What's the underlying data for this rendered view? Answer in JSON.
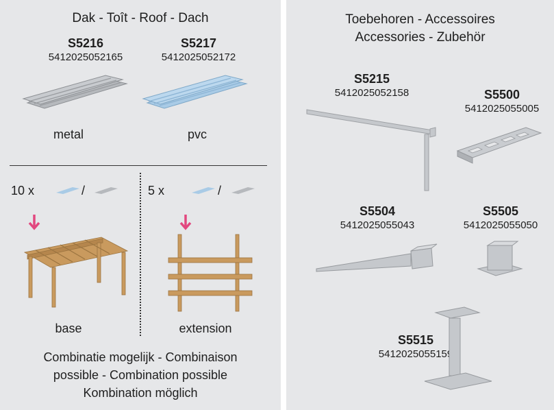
{
  "roof": {
    "title": "Dak - Toît - Roof - Dach",
    "items": [
      {
        "code": "S5216",
        "ean": "5412025052165",
        "label": "metal"
      },
      {
        "code": "S5217",
        "ean": "5412025052172",
        "label": "pvc"
      }
    ]
  },
  "kits": {
    "base": {
      "qty": "10 x",
      "slash": "/",
      "label": "base"
    },
    "extension": {
      "qty": "5 x",
      "slash": "/",
      "label": "extension"
    }
  },
  "combination": {
    "lines": [
      "Combinatie mogelijk - Combinaison",
      "possible - Combination possible",
      "Kombination möglich"
    ]
  },
  "accessories": {
    "title_line1": "Toebehoren - Accessoires",
    "title_line2": "Accessories - Zubehör",
    "items": [
      {
        "code": "S5215",
        "ean": "5412025052158"
      },
      {
        "code": "S5500",
        "ean": "5412025055005"
      },
      {
        "code": "S5504",
        "ean": "5412025055043"
      },
      {
        "code": "S5505",
        "ean": "5412025055050"
      },
      {
        "code": "S5515",
        "ean": "5412025055159"
      }
    ]
  },
  "colors": {
    "panel": "#e6e7e9",
    "arrow": "#e2487f",
    "wood": "#c99a5e",
    "metal": "#b6b9bd",
    "pvc": "#a9cbe6"
  }
}
